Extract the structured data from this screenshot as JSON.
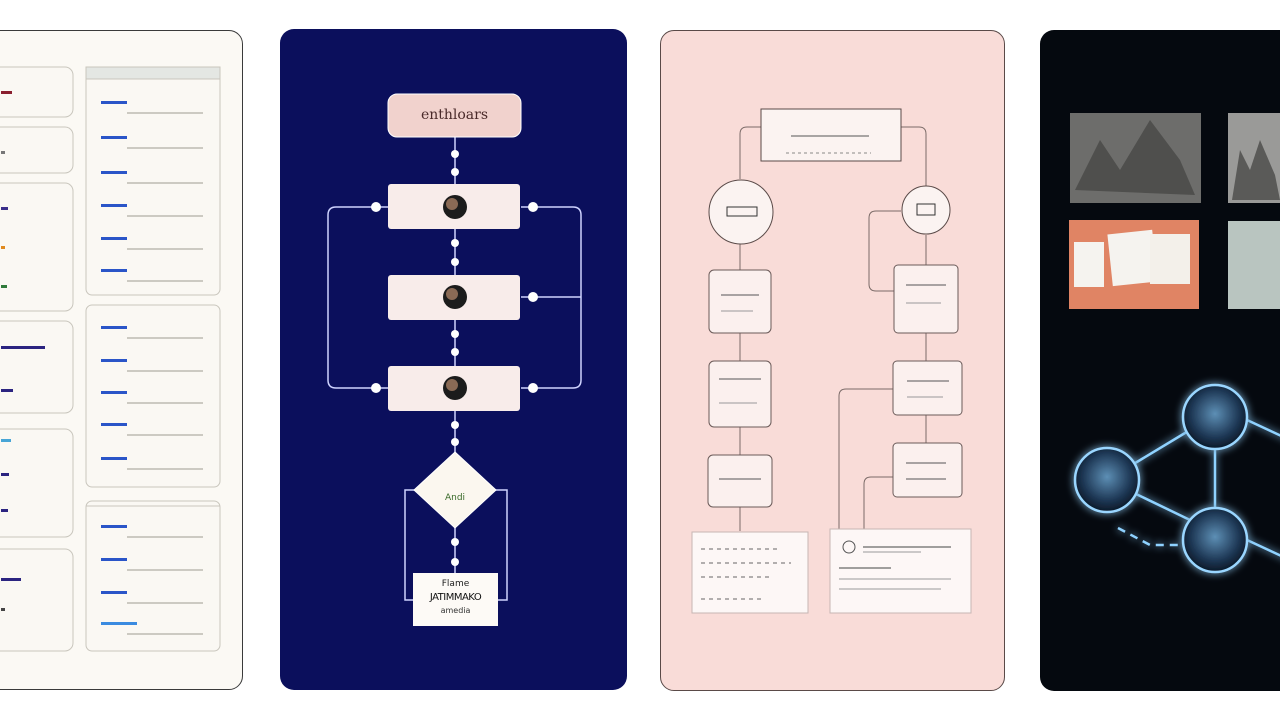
{
  "panels": [
    {
      "name": "list-board",
      "bg": "#fbf9f4"
    },
    {
      "name": "flowchart-navy",
      "bg": "#0b0f5c",
      "start_label": "enthloars",
      "decision_label": "Andi",
      "end_lines": [
        "Flame",
        "JATIMMAKO",
        "amedia"
      ]
    },
    {
      "name": "flowchart-pink",
      "bg": "#f9dcd8"
    },
    {
      "name": "network-dark",
      "bg": "#05090f"
    }
  ],
  "colors": {
    "accent_blue": "#2a55c8",
    "navy": "#0b0f5c",
    "node_fill": "#f6e6e3",
    "glow": "#6cc4ff"
  }
}
